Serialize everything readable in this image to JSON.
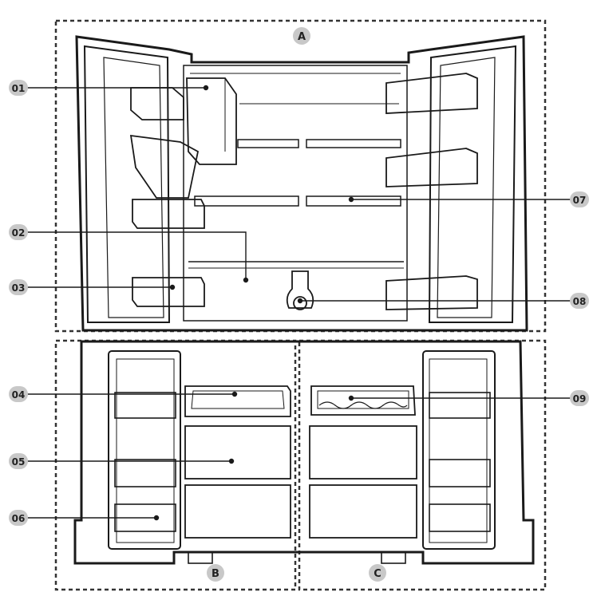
{
  "zones": [
    {
      "id": "A",
      "label": "A"
    },
    {
      "id": "B",
      "label": "B"
    },
    {
      "id": "C",
      "label": "C"
    }
  ],
  "callouts": [
    {
      "id": "01",
      "label": "01"
    },
    {
      "id": "02",
      "label": "02"
    },
    {
      "id": "03",
      "label": "03"
    },
    {
      "id": "04",
      "label": "04"
    },
    {
      "id": "05",
      "label": "05"
    },
    {
      "id": "06",
      "label": "06"
    },
    {
      "id": "07",
      "label": "07"
    },
    {
      "id": "08",
      "label": "08"
    },
    {
      "id": "09",
      "label": "09"
    }
  ],
  "colors": {
    "line": "#1a1a1a",
    "fridge_body": "#2a2a2a",
    "badge_fill": "#c8c8c8",
    "dashed": "#333333"
  }
}
